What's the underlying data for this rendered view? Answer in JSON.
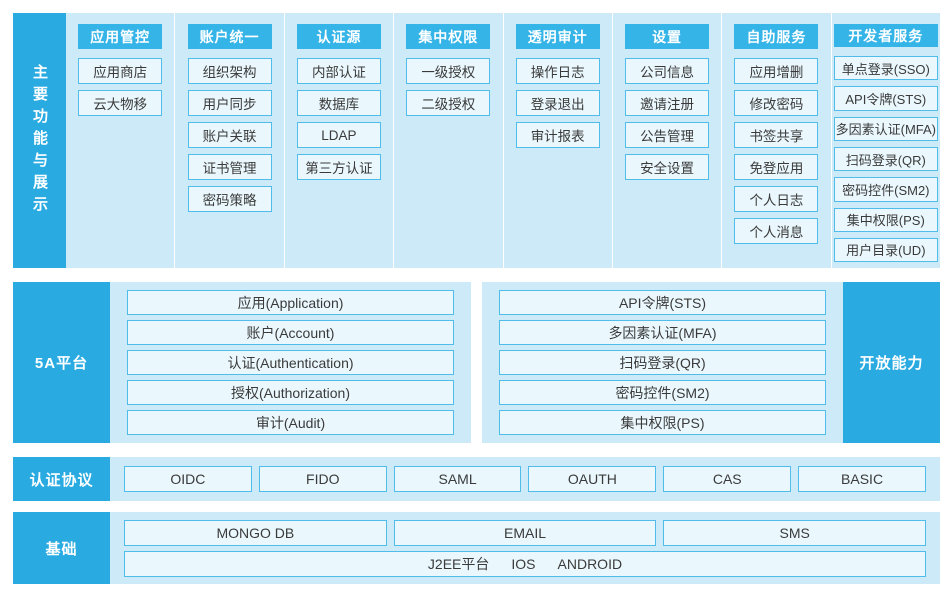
{
  "colors": {
    "accent": "#29ABE2",
    "header": "#35B4E8",
    "panel": "#CDEAF8",
    "cell_fill": "#EAF8FE",
    "cell_border": "#4FBCEA",
    "text": "#3a3a3a",
    "on_accent": "#FFFFFF"
  },
  "main_functions": {
    "side_label": "主要功能与展示",
    "columns": [
      {
        "header": "应用管控",
        "items": [
          "应用商店",
          "云大物移"
        ]
      },
      {
        "header": "账户统一",
        "items": [
          "组织架构",
          "用户同步",
          "账户关联",
          "证书管理",
          "密码策略"
        ]
      },
      {
        "header": "认证源",
        "items": [
          "内部认证",
          "数据库",
          "LDAP",
          "第三方认证"
        ]
      },
      {
        "header": "集中权限",
        "items": [
          "一级授权",
          "二级授权"
        ]
      },
      {
        "header": "透明审计",
        "items": [
          "操作日志",
          "登录退出",
          "审计报表"
        ]
      },
      {
        "header": "设置",
        "items": [
          "公司信息",
          "邀请注册",
          "公告管理",
          "安全设置"
        ]
      },
      {
        "header": "自助服务",
        "items": [
          "应用增删",
          "修改密码",
          "书签共享",
          "免登应用",
          "个人日志",
          "个人消息"
        ]
      },
      {
        "header": "开发者服务",
        "wide": true,
        "items": [
          "单点登录(SSO)",
          "API令牌(STS)",
          "多因素认证(MFA)",
          "扫码登录(QR)",
          "密码控件(SM2)",
          "集中权限(PS)",
          "用户目录(UD)"
        ]
      }
    ]
  },
  "platform_5a": {
    "side_label": "5A平台",
    "items": [
      "应用(Application)",
      "账户(Account)",
      "认证(Authentication)",
      "授权(Authorization)",
      "审计(Audit)"
    ]
  },
  "platform_open": {
    "side_label": "开放能力",
    "items": [
      "API令牌(STS)",
      "多因素认证(MFA)",
      "扫码登录(QR)",
      "密码控件(SM2)",
      "集中权限(PS)"
    ]
  },
  "protocols": {
    "side_label": "认证协议",
    "items": [
      "OIDC",
      "FIDO",
      "SAML",
      "OAUTH",
      "CAS",
      "BASIC"
    ]
  },
  "infrastructure": {
    "side_label": "基础",
    "top_items": [
      "MONGO DB",
      "EMAIL",
      "SMS"
    ],
    "bottom_items": [
      "J2EE平台",
      "IOS",
      "ANDROID"
    ]
  }
}
